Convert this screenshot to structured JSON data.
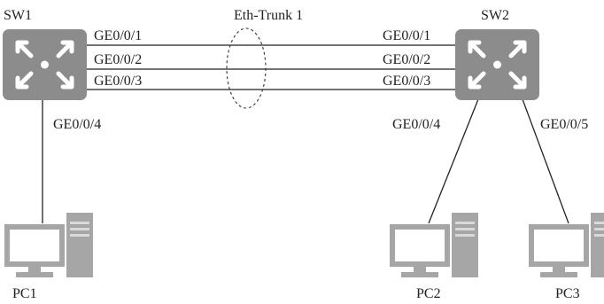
{
  "colors": {
    "switch_body": "#8c8c8c",
    "switch_arrow": "#ffffff",
    "pc_body": "#a6a6a6",
    "pc_screen": "#ffffff",
    "line": "#222222"
  },
  "devices": {
    "sw1": {
      "label": "SW1",
      "icon": "switch-icon"
    },
    "sw2": {
      "label": "SW2",
      "icon": "switch-icon"
    },
    "pc1": {
      "label": "PC1",
      "icon": "desktop-pc-icon"
    },
    "pc2": {
      "label": "PC2",
      "icon": "desktop-pc-icon"
    },
    "pc3": {
      "label": "PC3",
      "icon": "desktop-pc-icon"
    }
  },
  "trunk": {
    "label": "Eth-Trunk 1"
  },
  "ports": {
    "sw1_ge1": "GE0/0/1",
    "sw1_ge2": "GE0/0/2",
    "sw1_ge3": "GE0/0/3",
    "sw1_ge4": "GE0/0/4",
    "sw2_ge1": "GE0/0/1",
    "sw2_ge2": "GE0/0/2",
    "sw2_ge3": "GE0/0/3",
    "sw2_ge4": "GE0/0/4",
    "sw2_ge5": "GE0/0/5"
  }
}
